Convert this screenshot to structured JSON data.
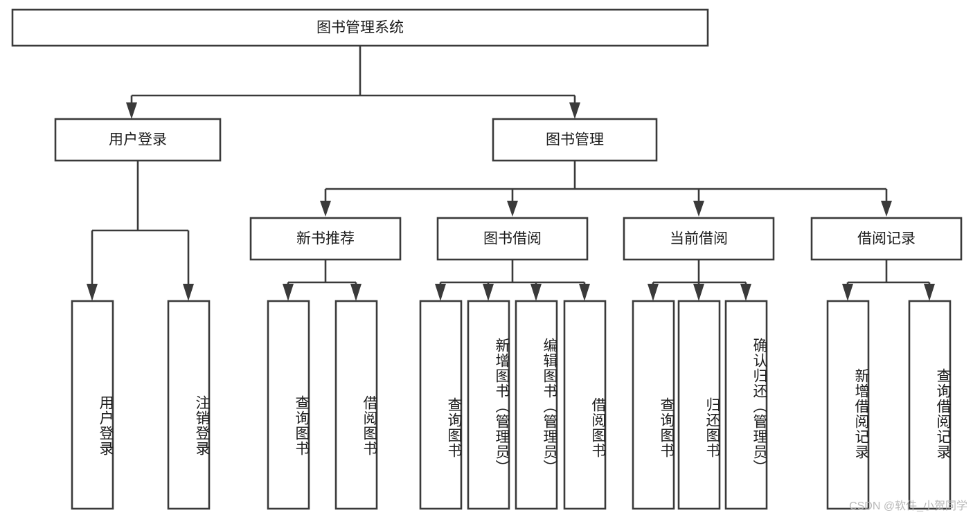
{
  "diagram": {
    "title": "图书管理系统",
    "watermark": "CSDN @软件_小贺同学",
    "root": {
      "label": "图书管理系统"
    },
    "level2": [
      {
        "label": "用户登录"
      },
      {
        "label": "图书管理"
      }
    ],
    "level3": [
      {
        "label": "新书推荐"
      },
      {
        "label": "图书借阅"
      },
      {
        "label": "当前借阅"
      },
      {
        "label": "借阅记录"
      }
    ],
    "leaves": {
      "user_login": [
        {
          "label": "用户登录"
        },
        {
          "label": "注销登录"
        }
      ],
      "new_book": [
        {
          "label": "查询图书"
        },
        {
          "label": "借阅图书"
        }
      ],
      "book_borrow": [
        {
          "label": "查询图书"
        },
        {
          "label": "新增图书（管理员）"
        },
        {
          "label": "编辑图书（管理员）"
        },
        {
          "label": "借阅图书"
        }
      ],
      "current_borrow": [
        {
          "label": "查询图书"
        },
        {
          "label": "归还图书"
        },
        {
          "label": "确认归还（管理员）"
        }
      ],
      "borrow_record": [
        {
          "label": "新增借阅记录"
        },
        {
          "label": "查询借阅记录"
        }
      ]
    }
  },
  "chart_data": {
    "type": "diagram",
    "diagram_type": "tree-hierarchy",
    "title": "图书管理系统",
    "orientation": "top-down",
    "nodes": [
      {
        "id": "root",
        "label": "图书管理系统",
        "level": 1,
        "parent": null
      },
      {
        "id": "login",
        "label": "用户登录",
        "level": 2,
        "parent": "root"
      },
      {
        "id": "bookmgr",
        "label": "图书管理",
        "level": 2,
        "parent": "root"
      },
      {
        "id": "login-1",
        "label": "用户登录",
        "level": 3,
        "parent": "login"
      },
      {
        "id": "login-2",
        "label": "注销登录",
        "level": 3,
        "parent": "login"
      },
      {
        "id": "newbook",
        "label": "新书推荐",
        "level": 3,
        "parent": "bookmgr"
      },
      {
        "id": "borrow",
        "label": "图书借阅",
        "level": 3,
        "parent": "bookmgr"
      },
      {
        "id": "current",
        "label": "当前借阅",
        "level": 3,
        "parent": "bookmgr"
      },
      {
        "id": "record",
        "label": "借阅记录",
        "level": 3,
        "parent": "bookmgr"
      },
      {
        "id": "newbook-1",
        "label": "查询图书",
        "level": 4,
        "parent": "newbook"
      },
      {
        "id": "newbook-2",
        "label": "借阅图书",
        "level": 4,
        "parent": "newbook"
      },
      {
        "id": "borrow-1",
        "label": "查询图书",
        "level": 4,
        "parent": "borrow"
      },
      {
        "id": "borrow-2",
        "label": "新增图书（管理员）",
        "level": 4,
        "parent": "borrow"
      },
      {
        "id": "borrow-3",
        "label": "编辑图书（管理员）",
        "level": 4,
        "parent": "borrow"
      },
      {
        "id": "borrow-4",
        "label": "借阅图书",
        "level": 4,
        "parent": "borrow"
      },
      {
        "id": "current-1",
        "label": "查询图书",
        "level": 4,
        "parent": "current"
      },
      {
        "id": "current-2",
        "label": "归还图书",
        "level": 4,
        "parent": "current"
      },
      {
        "id": "current-3",
        "label": "确认归还（管理员）",
        "level": 4,
        "parent": "current"
      },
      {
        "id": "record-1",
        "label": "新增借阅记录",
        "level": 4,
        "parent": "record"
      },
      {
        "id": "record-2",
        "label": "查询借阅记录",
        "level": 4,
        "parent": "record"
      }
    ],
    "edges": [
      {
        "from": "root",
        "to": "login"
      },
      {
        "from": "root",
        "to": "bookmgr"
      },
      {
        "from": "login",
        "to": "login-1"
      },
      {
        "from": "login",
        "to": "login-2"
      },
      {
        "from": "bookmgr",
        "to": "newbook"
      },
      {
        "from": "bookmgr",
        "to": "borrow"
      },
      {
        "from": "bookmgr",
        "to": "current"
      },
      {
        "from": "bookmgr",
        "to": "record"
      },
      {
        "from": "newbook",
        "to": "newbook-1"
      },
      {
        "from": "newbook",
        "to": "newbook-2"
      },
      {
        "from": "borrow",
        "to": "borrow-1"
      },
      {
        "from": "borrow",
        "to": "borrow-2"
      },
      {
        "from": "borrow",
        "to": "borrow-3"
      },
      {
        "from": "borrow",
        "to": "borrow-4"
      },
      {
        "from": "current",
        "to": "current-1"
      },
      {
        "from": "current",
        "to": "current-2"
      },
      {
        "from": "current",
        "to": "current-3"
      },
      {
        "from": "record",
        "to": "record-1"
      },
      {
        "from": "record",
        "to": "record-2"
      }
    ],
    "colors": {
      "box_stroke": "#3a3a3a",
      "box_fill": "#ffffff",
      "text": "#1c1c1c",
      "background": "#ffffff"
    }
  }
}
